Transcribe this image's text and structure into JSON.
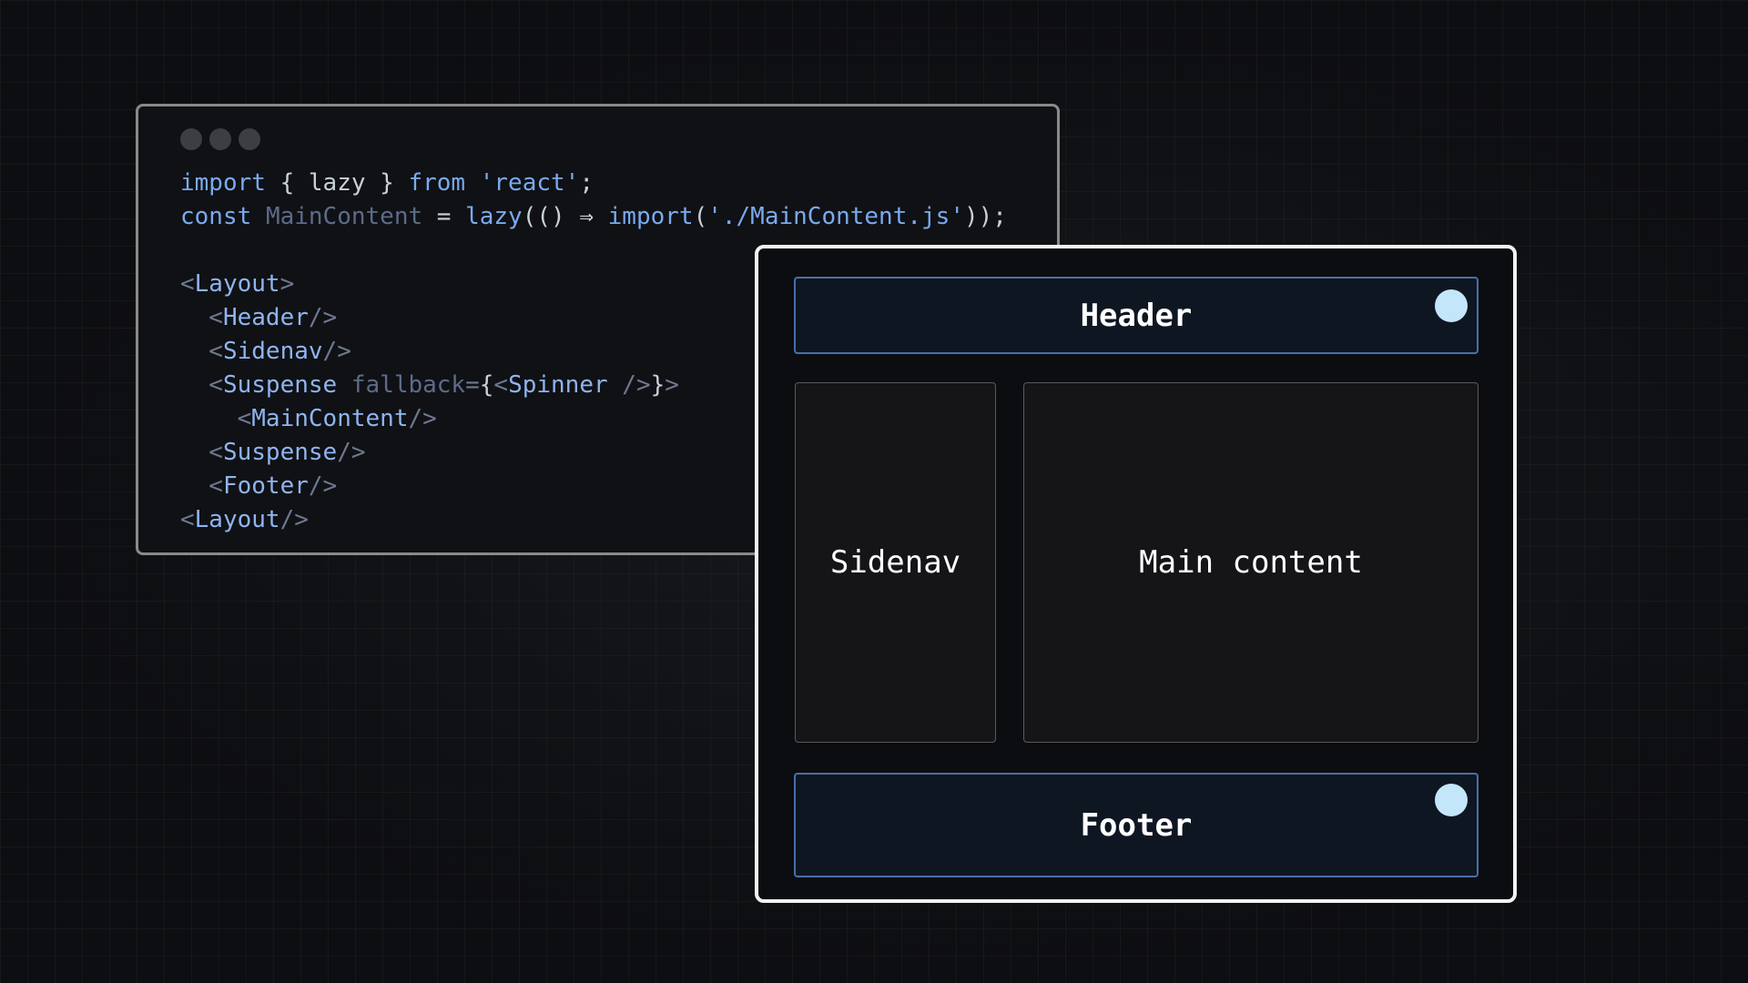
{
  "code_window": {
    "lines": [
      [
        {
          "t": "import",
          "c": "kw"
        },
        {
          "t": " { lazy } ",
          "c": "plain"
        },
        {
          "t": "from",
          "c": "kw"
        },
        {
          "t": " ",
          "c": "plain"
        },
        {
          "t": "'react'",
          "c": "str"
        },
        {
          "t": ";",
          "c": "plain"
        }
      ],
      [
        {
          "t": "const",
          "c": "kw"
        },
        {
          "t": " ",
          "c": "plain"
        },
        {
          "t": "MainContent",
          "c": "dim"
        },
        {
          "t": " = ",
          "c": "plain"
        },
        {
          "t": "lazy",
          "c": "kw"
        },
        {
          "t": "(() ⇒ ",
          "c": "plain"
        },
        {
          "t": "import",
          "c": "kw"
        },
        {
          "t": "(",
          "c": "plain"
        },
        {
          "t": "'./MainContent.js'",
          "c": "str"
        },
        {
          "t": "));",
          "c": "plain"
        }
      ],
      [],
      [
        {
          "t": "<",
          "c": "tag"
        },
        {
          "t": "Layout",
          "c": "name"
        },
        {
          "t": ">",
          "c": "tag"
        }
      ],
      [
        {
          "t": "  <",
          "c": "tag"
        },
        {
          "t": "Header",
          "c": "name"
        },
        {
          "t": "/>",
          "c": "tag"
        }
      ],
      [
        {
          "t": "  <",
          "c": "tag"
        },
        {
          "t": "Sidenav",
          "c": "name"
        },
        {
          "t": "/>",
          "c": "tag"
        }
      ],
      [
        {
          "t": "  <",
          "c": "tag"
        },
        {
          "t": "Suspense",
          "c": "name"
        },
        {
          "t": " ",
          "c": "plain"
        },
        {
          "t": "fallback",
          "c": "dim"
        },
        {
          "t": "=",
          "c": "tag"
        },
        {
          "t": "{",
          "c": "plain"
        },
        {
          "t": "<",
          "c": "tag"
        },
        {
          "t": "Spinner",
          "c": "name"
        },
        {
          "t": " />",
          "c": "tag"
        },
        {
          "t": "}",
          "c": "plain"
        },
        {
          "t": ">",
          "c": "tag"
        }
      ],
      [
        {
          "t": "    <",
          "c": "tag"
        },
        {
          "t": "MainContent",
          "c": "name"
        },
        {
          "t": "/>",
          "c": "tag"
        }
      ],
      [
        {
          "t": "  <",
          "c": "tag"
        },
        {
          "t": "Suspense",
          "c": "name"
        },
        {
          "t": "/>",
          "c": "tag"
        }
      ],
      [
        {
          "t": "  <",
          "c": "tag"
        },
        {
          "t": "Footer",
          "c": "name"
        },
        {
          "t": "/>",
          "c": "tag"
        }
      ],
      [
        {
          "t": "<",
          "c": "tag"
        },
        {
          "t": "Layout",
          "c": "name"
        },
        {
          "t": "/>",
          "c": "tag"
        }
      ]
    ]
  },
  "preview": {
    "header_label": "Header",
    "sidenav_label": "Sidenav",
    "main_label": "Main content",
    "footer_label": "Footer"
  },
  "colors": {
    "keyword": "#79aaf0",
    "dim": "#5c6b8a",
    "tag": "#6d7891",
    "indicator_dot": "#c3e6fb",
    "region_border": "#4a6fa8"
  }
}
